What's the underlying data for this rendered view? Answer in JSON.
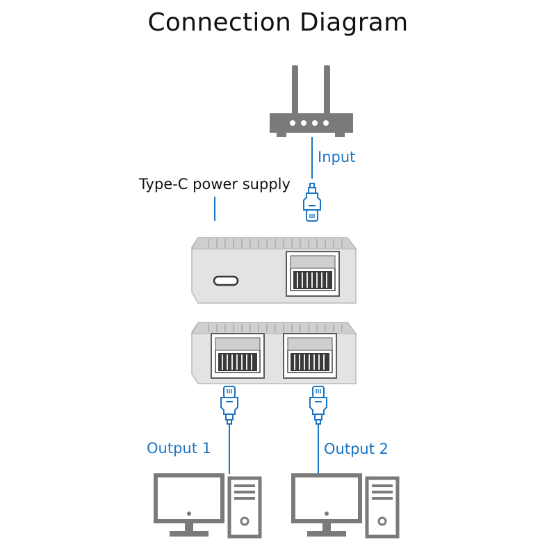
{
  "title": "Connection Diagram",
  "labels": {
    "input": "Input",
    "power": "Type-C power supply",
    "output1": "Output 1",
    "output2": "Output 2"
  },
  "colors": {
    "accent": "#1a74c4",
    "device_body": "#e3e3e3",
    "icon_gray": "#7a7a7a",
    "text": "#111111"
  }
}
